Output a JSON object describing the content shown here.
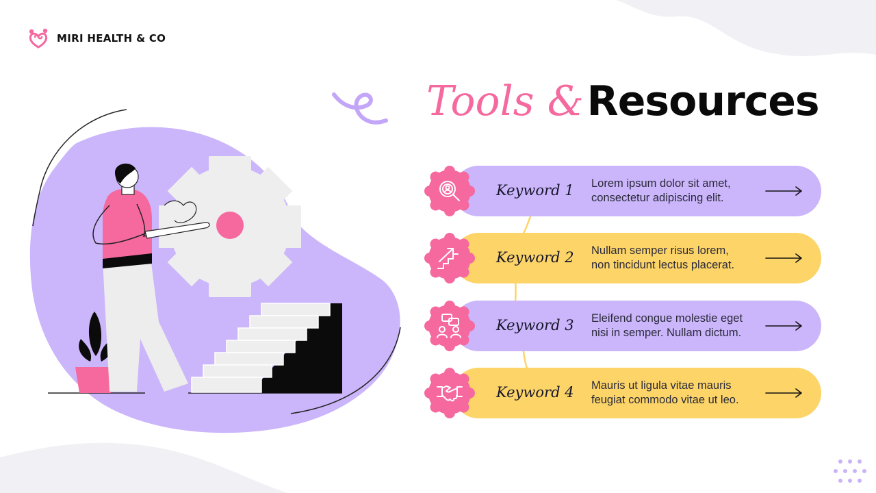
{
  "brand": {
    "name": "MIRI HEALTH & CO",
    "logo_icon": "heart-swirl-logo"
  },
  "title": {
    "accent": "Tools &",
    "main": "Resources"
  },
  "colors": {
    "pink": "#f5699f",
    "purple": "#cbb5fb",
    "yellow": "#fcd467",
    "lavender_blob": "#cbb5fb",
    "gray_bg": "#f1f0f4"
  },
  "items": [
    {
      "keyword": "Keyword 1",
      "line1": "Lorem ipsum dolor sit amet,",
      "line2": "consectetur adipiscing elit.",
      "icon": "magnifier-person-icon",
      "color": "purple"
    },
    {
      "keyword": "Keyword 2",
      "line1": "Nullam semper risus lorem,",
      "line2": "non tincidunt lectus placerat.",
      "icon": "stairs-arrow-icon",
      "color": "yellow"
    },
    {
      "keyword": "Keyword 3",
      "line1": "Eleifend congue molestie eget",
      "line2": "nisi in semper. Nullam dictum.",
      "icon": "chat-people-icon",
      "color": "purple"
    },
    {
      "keyword": "Keyword 4",
      "line1": "Mauris ut ligula vitae mauris",
      "line2": "feugiat commodo vitae ut leo.",
      "icon": "handshake-icon",
      "color": "yellow"
    }
  ]
}
